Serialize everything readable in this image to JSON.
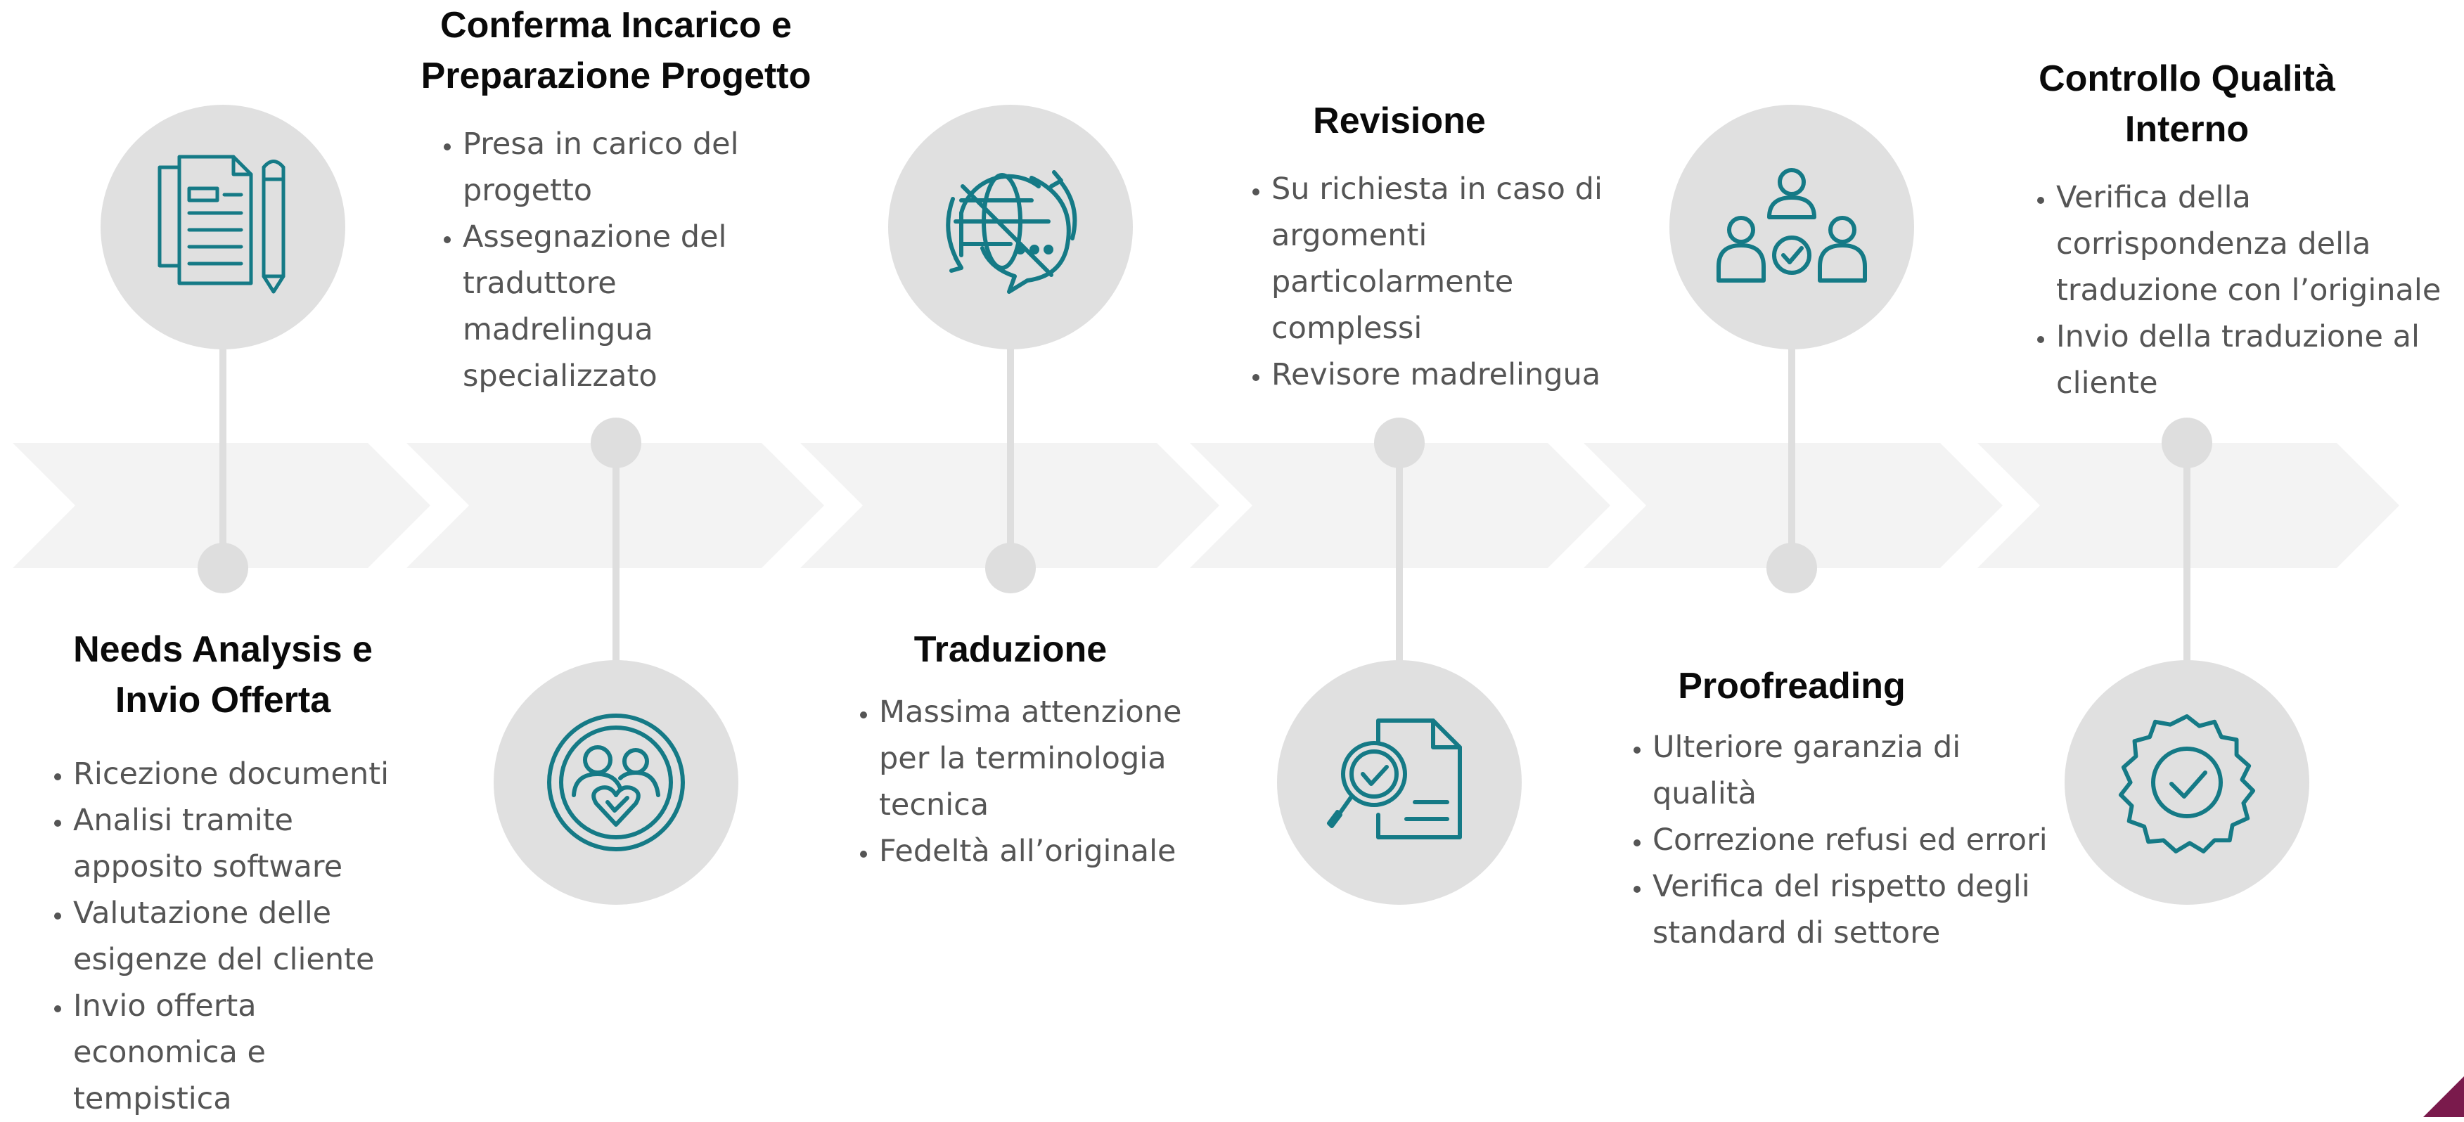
{
  "colors": {
    "background": "#ffffff",
    "arrow_band": "#f3f3f3",
    "connector": "#dedede",
    "icon_circle": "#e0e0e0",
    "icon_stroke": "#157a86",
    "title_text": "#0a0a0a",
    "bullet_text": "#555555",
    "corner_accent": "#7a1a4c"
  },
  "steps": [
    {
      "title_lines": [
        "Needs Analysis e",
        "Invio Offerta"
      ],
      "icon": "document-pencil-icon",
      "bullets": [
        {
          "lines": [
            "Ricezione documenti"
          ]
        },
        {
          "lines": [
            "Analisi tramite",
            "apposito software"
          ]
        },
        {
          "lines": [
            "Valutazione delle",
            "esigenze del cliente"
          ]
        },
        {
          "lines": [
            "Invio offerta",
            "economica e",
            "tempistica"
          ]
        }
      ]
    },
    {
      "title_lines": [
        "Conferma Incarico e",
        "Preparazione Progetto"
      ],
      "icon": "people-heart-icon",
      "bullets": [
        {
          "lines": [
            "Presa in carico del",
            "progetto"
          ]
        },
        {
          "lines": [
            "Assegnazione del",
            "traduttore",
            "madrelingua",
            "specializzato"
          ]
        }
      ]
    },
    {
      "title_lines": [
        "Traduzione"
      ],
      "icon": "globe-chat-icon",
      "bullets": [
        {
          "lines": [
            "Massima attenzione",
            "per la terminologia",
            "tecnica"
          ]
        },
        {
          "lines": [
            "Fedeltà all’originale"
          ]
        }
      ]
    },
    {
      "title_lines": [
        "Revisione"
      ],
      "icon": "magnifier-document-icon",
      "bullets": [
        {
          "lines": [
            "Su richiesta in caso di",
            "argomenti",
            "particolarmente",
            "complessi"
          ]
        },
        {
          "lines": [
            "Revisore madrelingua"
          ]
        }
      ]
    },
    {
      "title_lines": [
        "Proofreading"
      ],
      "icon": "team-check-icon",
      "bullets": [
        {
          "lines": [
            "Ulteriore garanzia di",
            "qualità"
          ]
        },
        {
          "lines": [
            "Correzione refusi ed errori"
          ]
        },
        {
          "lines": [
            "Verifica del rispetto degli",
            "standard di settore"
          ]
        }
      ]
    },
    {
      "title_lines": [
        "Controllo Qualità",
        "Interno"
      ],
      "icon": "badge-check-icon",
      "bullets": [
        {
          "lines": [
            "Verifica della",
            "corrispondenza della",
            "traduzione con l’originale"
          ]
        },
        {
          "lines": [
            "Invio della traduzione al",
            "cliente"
          ]
        }
      ]
    }
  ]
}
